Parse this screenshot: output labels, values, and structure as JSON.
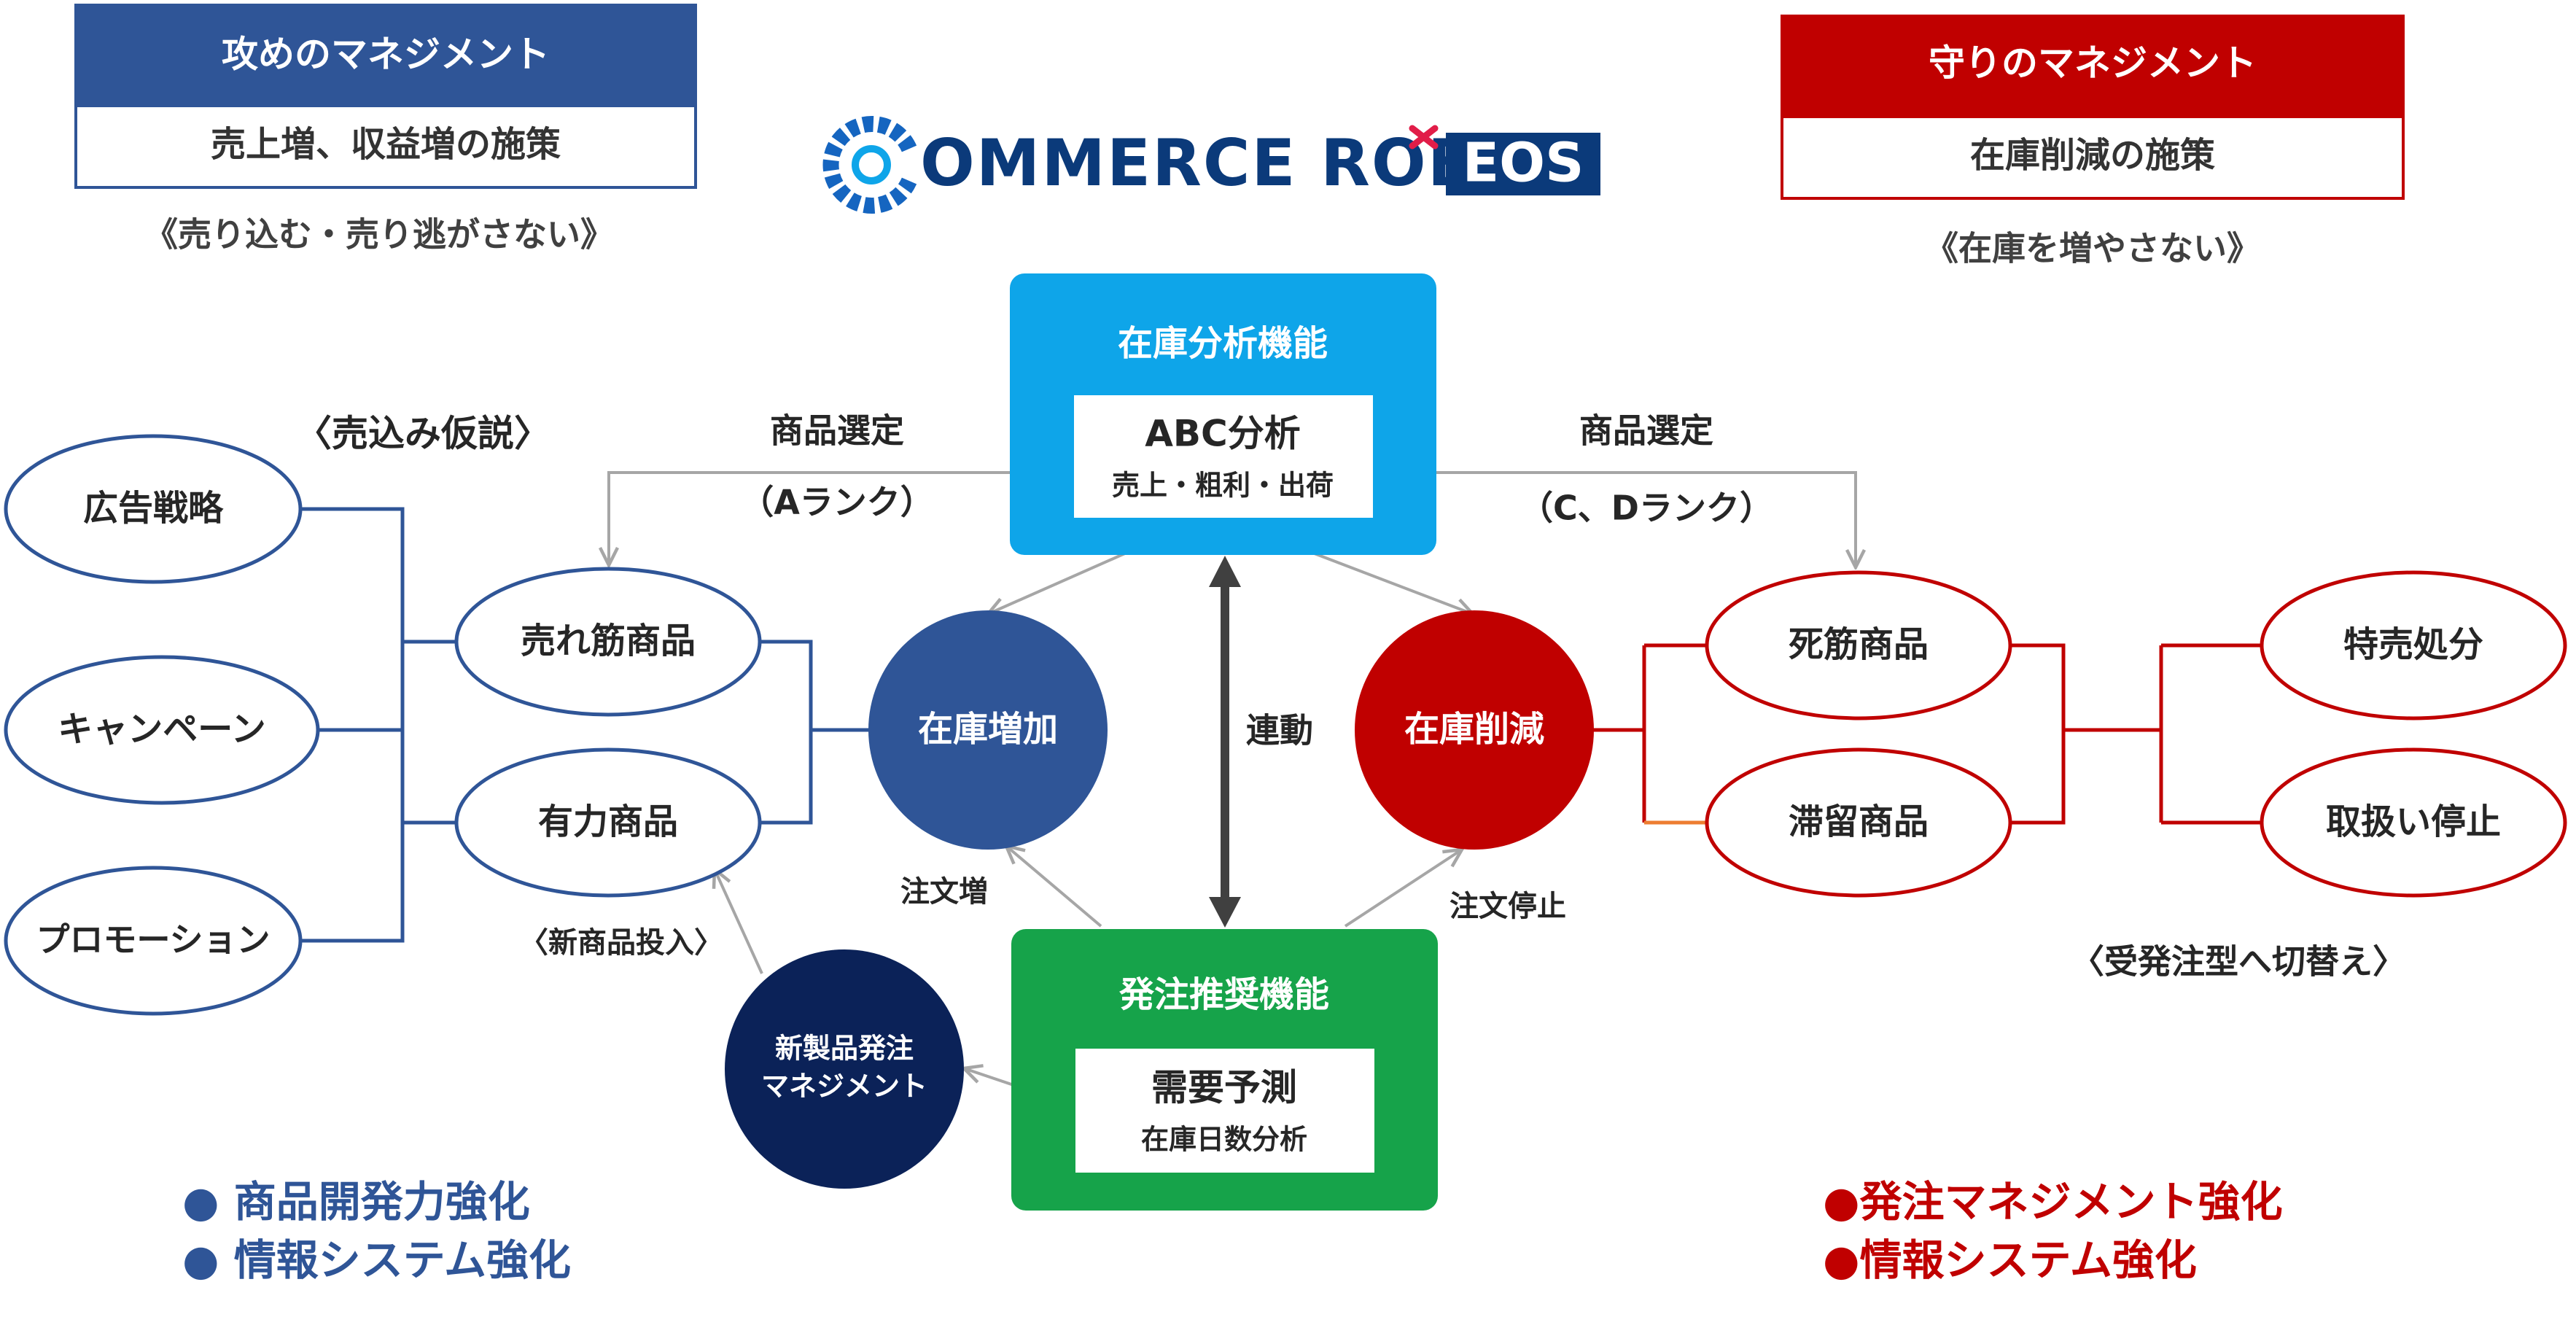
{
  "offense": {
    "header": "攻めのマネジメント",
    "subtitle": "売上増、収益増の施策",
    "motto": "《売り込む・売り逃がさない》"
  },
  "defense": {
    "header": "守りのマネジメント",
    "subtitle": "在庫削減の施策",
    "motto": "《在庫を増やさない》"
  },
  "logo": {
    "text": "OMMERCE ROBO",
    "badge": "EOS"
  },
  "analysis": {
    "title": "在庫分析機能",
    "inner_title": "ABC分析",
    "inner_sub": "売上・粗利・出荷"
  },
  "order": {
    "title": "発注推奨機能",
    "inner_title": "需要予測",
    "inner_sub": "在庫日数分析"
  },
  "labels": {
    "select_left": "商品選定",
    "rank_left": "（Aランク）",
    "select_right": "商品選定",
    "rank_right": "（C、Dランク）",
    "hypothesis": "〈売込み仮説〉",
    "link": "連動",
    "order_up": "注文増",
    "order_stop": "注文停止",
    "new_product": "〈新商品投入〉",
    "switch": "〈受発注型へ切替え〉"
  },
  "left_nodes": [
    "広告戦略",
    "キャンペーン",
    "プロモーション"
  ],
  "mid_left_nodes": [
    "売れ筋商品",
    "有力商品"
  ],
  "increase": "在庫増加",
  "reduce": "在庫削減",
  "new_mgmt": [
    "新製品発注",
    "マネジメント"
  ],
  "mid_right_nodes": [
    "死筋商品",
    "滞留商品"
  ],
  "right_nodes": [
    "特売処分",
    "取扱い停止"
  ],
  "bottom_left": [
    "● 商品開発力強化",
    "● 情報システム強化"
  ],
  "bottom_right": [
    "●発注マネジメント強化",
    "●情報システム強化"
  ],
  "colors": {
    "blue": "#2f5597",
    "red": "#c00000",
    "cyan": "#0ea5e9",
    "green": "#16a34a",
    "navy": "#0b2258",
    "orange": "#ed7d31",
    "gray": "#a6a6a6"
  }
}
